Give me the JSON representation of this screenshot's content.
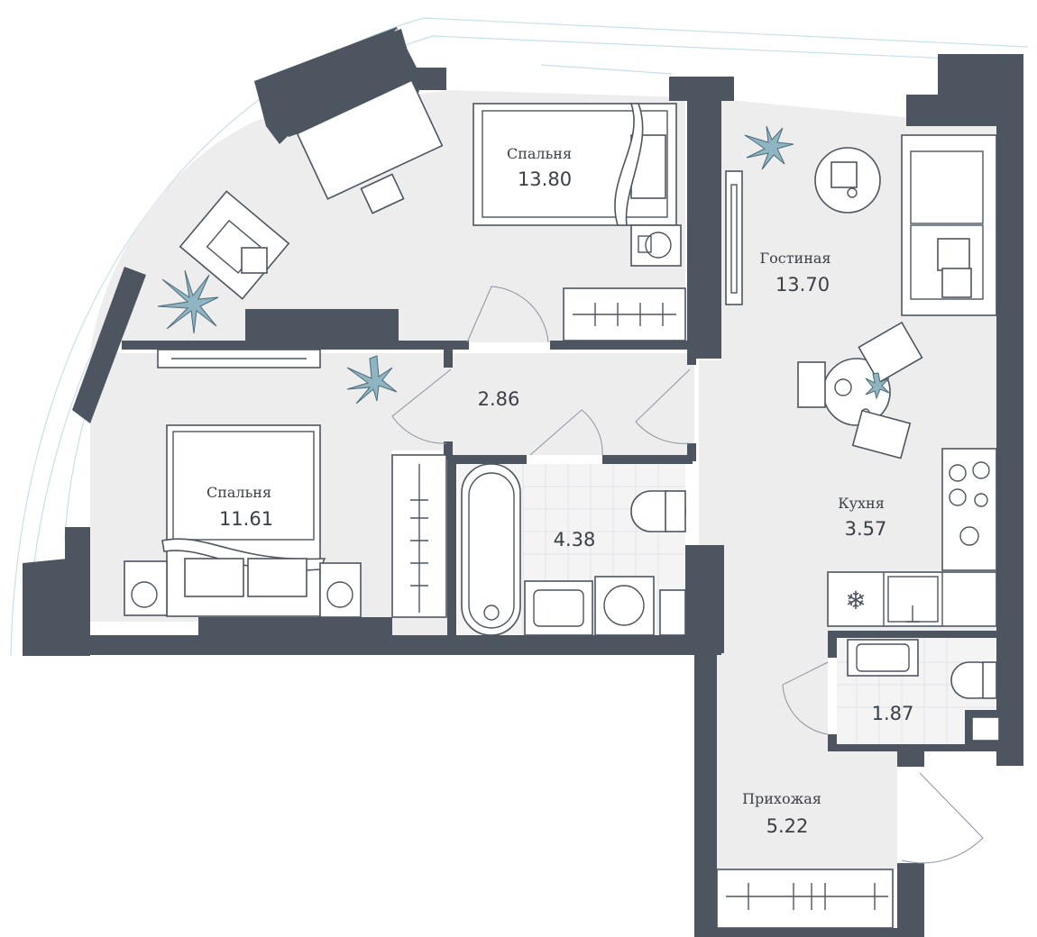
{
  "rooms": [
    {
      "name": "Спальня",
      "area": "13.80"
    },
    {
      "name": "Гостиная",
      "area": "13.70"
    },
    {
      "name": "",
      "area": "2.86"
    },
    {
      "name": "Спальня",
      "area": "11.61"
    },
    {
      "name": "",
      "area": "4.38"
    },
    {
      "name": "Кухня",
      "area": "3.57"
    },
    {
      "name": "",
      "area": "1.87"
    },
    {
      "name": "Прихожая",
      "area": "5.22"
    }
  ],
  "colors": {
    "wall": "#4c5560",
    "floor": "#ededee",
    "plant": "#8fb4c2",
    "glass": "#c7e0ea"
  }
}
